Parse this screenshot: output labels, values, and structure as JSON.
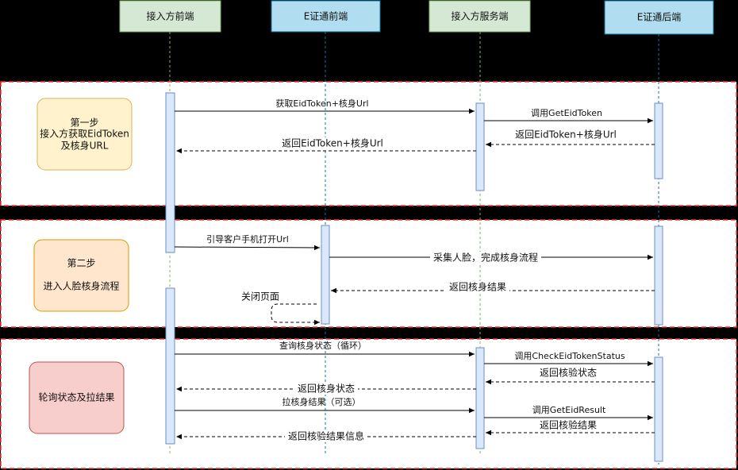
{
  "participants": [
    {
      "id": "p1",
      "label": "接入方前端",
      "fill": "#d5e8d4",
      "stroke": "#82b366"
    },
    {
      "id": "p2",
      "label": "E证通前端",
      "fill": "#b1ddf0",
      "stroke": "#10739e"
    },
    {
      "id": "p3",
      "label": "接入方服务端",
      "fill": "#d5e8d4",
      "stroke": "#82b366"
    },
    {
      "id": "p4",
      "label": "E证通后端",
      "fill": "#b1ddf0",
      "stroke": "#10739e"
    }
  ],
  "steps": [
    {
      "id": "s1",
      "lines": [
        "第一步",
        "接入方获取EidToken",
        "及核身URL"
      ],
      "fill": "#fff2cc",
      "stroke": "#d6b656"
    },
    {
      "id": "s2",
      "lines": [
        "第二步",
        "",
        "进入人脸核身流程"
      ],
      "fill": "#ffe6cc",
      "stroke": "#d79b00"
    },
    {
      "id": "s3",
      "lines": [
        "轮询状态及拉结果"
      ],
      "fill": "#f8cecc",
      "stroke": "#b85450"
    }
  ],
  "messages": {
    "m1": "获取EidToken+核身Url",
    "m2": "调用GetEidToken",
    "m3": "返回EidToken+核身Url",
    "m4": "返回EidToken+核身Url",
    "m5": "引导客户手机打开Url",
    "m6": "采集人脸，完成核身流程",
    "m7": "返回核身结果",
    "m8": "关闭页面",
    "m9": "查询核身状态（循环）",
    "m10": "调用CheckEidTokenStatus",
    "m11": "返回核验状态",
    "m12": "返回核身状态",
    "m13": "拉核身结果（可选）",
    "m14": "调用GetEidResult",
    "m15": "返回核验结果",
    "m16": "返回核验结果信息"
  },
  "colors": {
    "background": "#000000",
    "panel": "#ffffff",
    "panel_border": "#ff3333",
    "activation_fill": "#dae8fc",
    "activation_stroke": "#6c8ebf",
    "arrow": "#000000"
  }
}
